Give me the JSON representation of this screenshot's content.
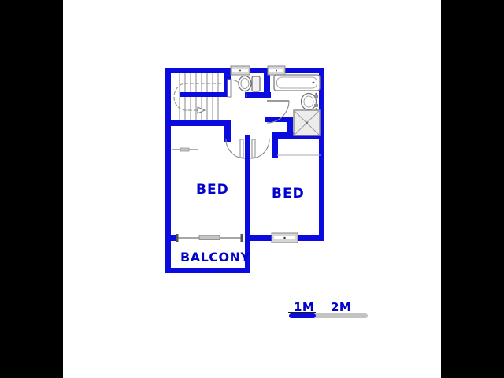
{
  "plan": {
    "rooms": {
      "bed_left_label": "BED",
      "bed_right_label": "BED",
      "balcony_label": "BALCONY"
    },
    "fixture_names": [
      "stairs",
      "toilet",
      "bathtub",
      "basin",
      "shower"
    ],
    "colors": {
      "wall_blue": "#0b0be0",
      "label_blue": "#0202cc",
      "fixture_gray": "#808080",
      "window_fill": "#d6d6d6",
      "scale_gray": "#c3c3c3",
      "background": "#ffffff",
      "matte": "#000000"
    }
  },
  "scale_bar": {
    "label_1m": "1M",
    "label_2m": "2M"
  }
}
